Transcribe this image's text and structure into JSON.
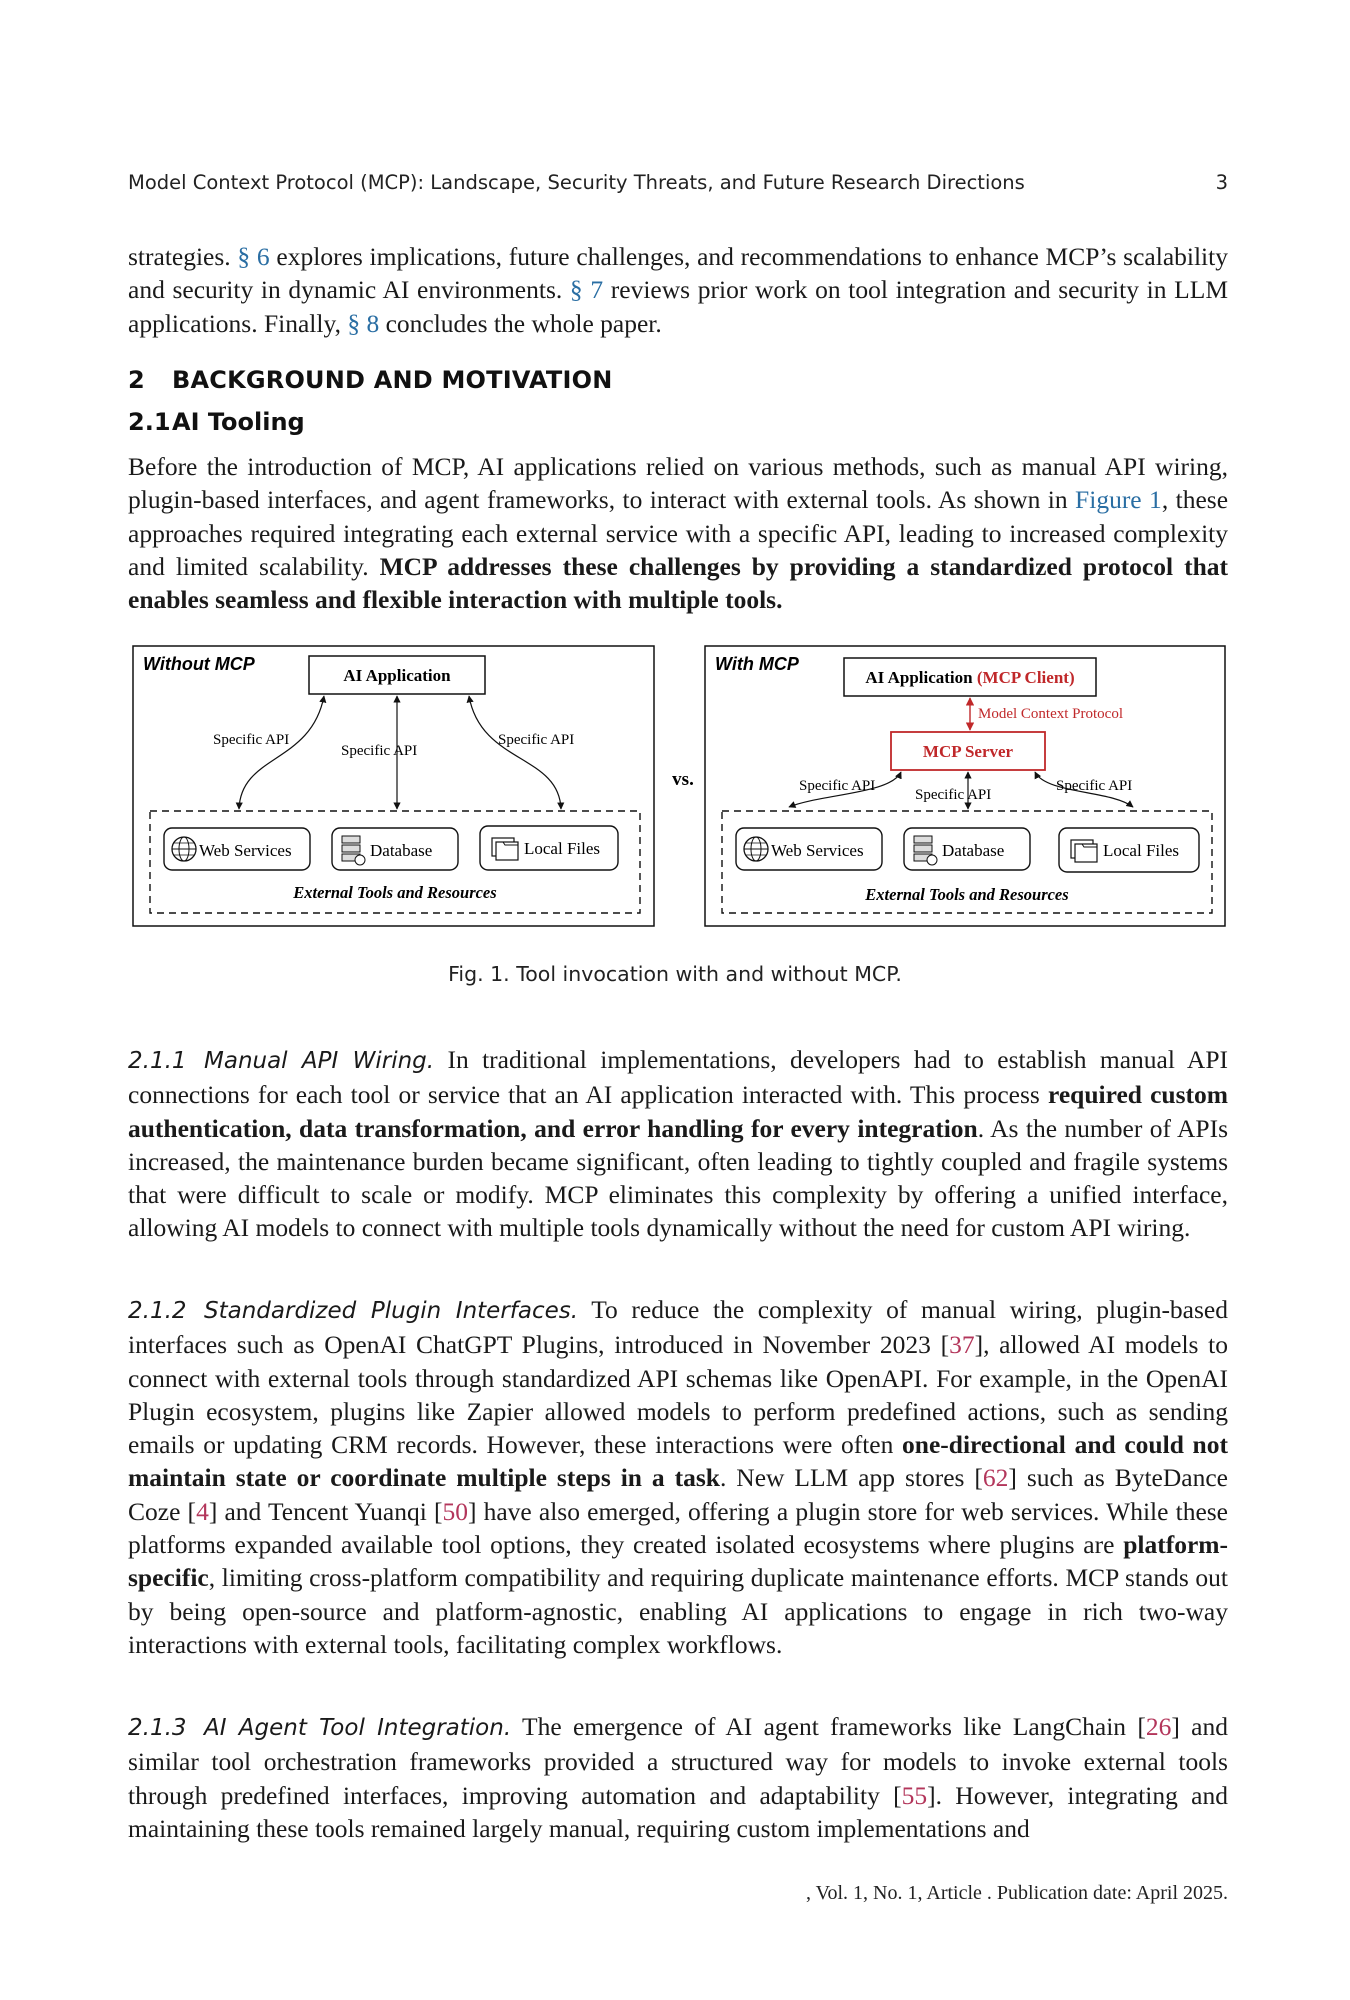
{
  "header": {
    "running_title": "Model Context Protocol (MCP): Landscape, Security Threats, and Future Research Directions",
    "page_number": "3"
  },
  "intro": {
    "t1": "strategies. ",
    "ref_6": "§ 6",
    "t2": " explores implications, future challenges, and recommendations to enhance MCP’s scalability and security in dynamic AI environments. ",
    "ref_7": "§ 7",
    "t3": " reviews prior work on tool integration and security in LLM applications. Finally, ",
    "ref_8": "§ 8",
    "t4": " concludes the whole paper."
  },
  "section2": {
    "number": "2",
    "title": "BACKGROUND AND MOTIVATION"
  },
  "section21": {
    "number": "2.1",
    "title": "AI Tooling",
    "t1": "Before the introduction of MCP, AI applications relied on various methods, such as manual API wiring, plugin-based interfaces, and agent frameworks, to interact with external tools. As shown in ",
    "fig_ref": "Figure 1",
    "t2": ", these approaches required integrating each external service with a specific API, leading to increased complexity and limited scalability. ",
    "bold": "MCP addresses these challenges by providing a standardized protocol that enables seamless and flexible interaction with multiple tools."
  },
  "figure": {
    "left_title": "Without MCP",
    "right_title": "With MCP",
    "ai_app": "AI Application",
    "ai_app_right": "AI Application ",
    "mcp_client": "(MCP Client)",
    "protocol": "Model Context Protocol",
    "mcp_server": "MCP Server",
    "specific_api": "Specific API",
    "vs": "vs.",
    "web_services": "Web Services",
    "database": "Database",
    "local_files": "Local Files",
    "external": "External Tools and Resources",
    "red_color": "#c0282a"
  },
  "caption": "Fig. 1.  Tool invocation with and without MCP.",
  "s211": {
    "number": "2.1.1",
    "title": "Manual API Wiring.",
    "t1": " In traditional implementations, developers had to establish manual API connections for each tool or service that an AI application interacted with. This process ",
    "bold": "required custom authentication, data transformation, and error handling for every integration",
    "t2": ". As the number of APIs increased, the maintenance burden became significant, often leading to tightly coupled and fragile systems that were difficult to scale or modify. MCP eliminates this complexity by offering a unified interface, allowing AI models to connect with multiple tools dynamically without the need for custom API wiring."
  },
  "s212": {
    "number": "2.1.2",
    "title": "Standardized Plugin Interfaces.",
    "t1": " To reduce the complexity of manual wiring, plugin-based interfaces such as OpenAI ChatGPT Plugins, introduced in November 2023 [",
    "c37": "37",
    "t2": "], allowed AI models to connect with external tools through standardized API schemas like OpenAPI. For example, in the OpenAI Plugin ecosystem, plugins like Zapier allowed models to perform predefined actions, such as sending emails or updating CRM records. However, these interactions were often ",
    "bold1": "one-directional and could not maintain state or coordinate multiple steps in a task",
    "t3": ". New LLM app stores [",
    "c62": "62",
    "t4": "] such as ByteDance Coze [",
    "c4": "4",
    "t5": "] and Tencent Yuanqi [",
    "c50": "50",
    "t6": "] have also emerged, offering a plugin store for web services. While these platforms expanded available tool options, they created isolated ecosystems where plugins are ",
    "bold2": "platform-specific",
    "t7": ", limiting cross-platform compatibility and requiring duplicate maintenance efforts. MCP stands out by being open-source and platform-agnostic, enabling AI applications to engage in rich two-way interactions with external tools, facilitating complex workflows."
  },
  "s213": {
    "number": "2.1.3",
    "title": "AI Agent Tool Integration.",
    "t1": " The emergence of AI agent frameworks like LangChain [",
    "c26": "26",
    "t2": "] and similar tool orchestration frameworks provided a structured way for models to invoke external tools through predefined interfaces, improving automation and adaptability [",
    "c55": "55",
    "t3": "]. However, integrating and maintaining these tools remained largely manual, requiring custom implementations and"
  },
  "footer": ", Vol. 1, No. 1, Article . Publication date: April 2025."
}
